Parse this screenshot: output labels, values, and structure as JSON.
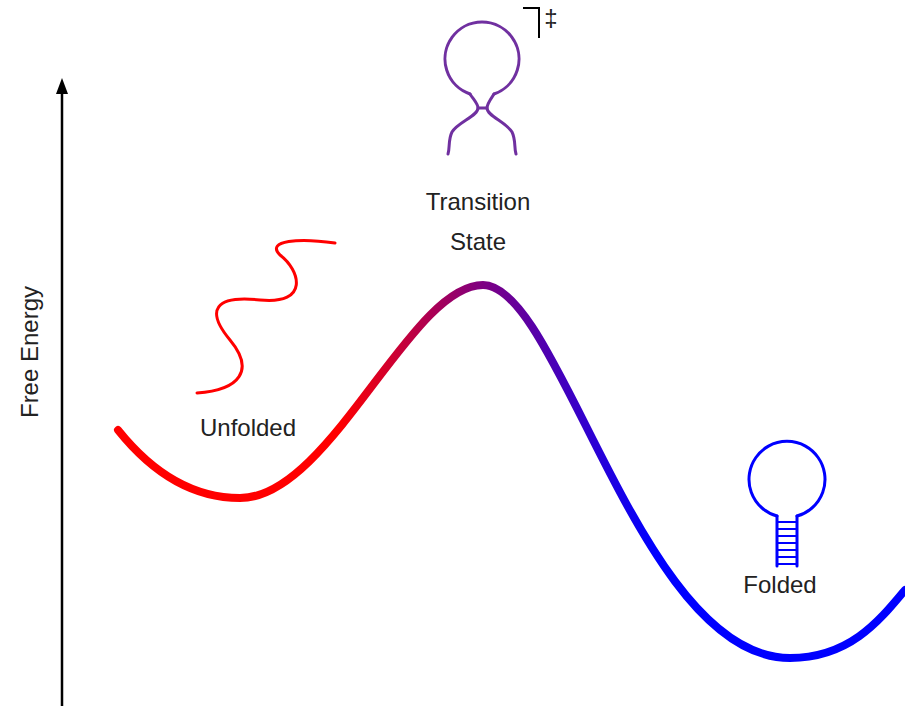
{
  "diagram": {
    "labels": [
      "Free Energy",
      "Unfolded",
      "Transition State",
      "‡",
      "Folded"
    ]
  }
}
